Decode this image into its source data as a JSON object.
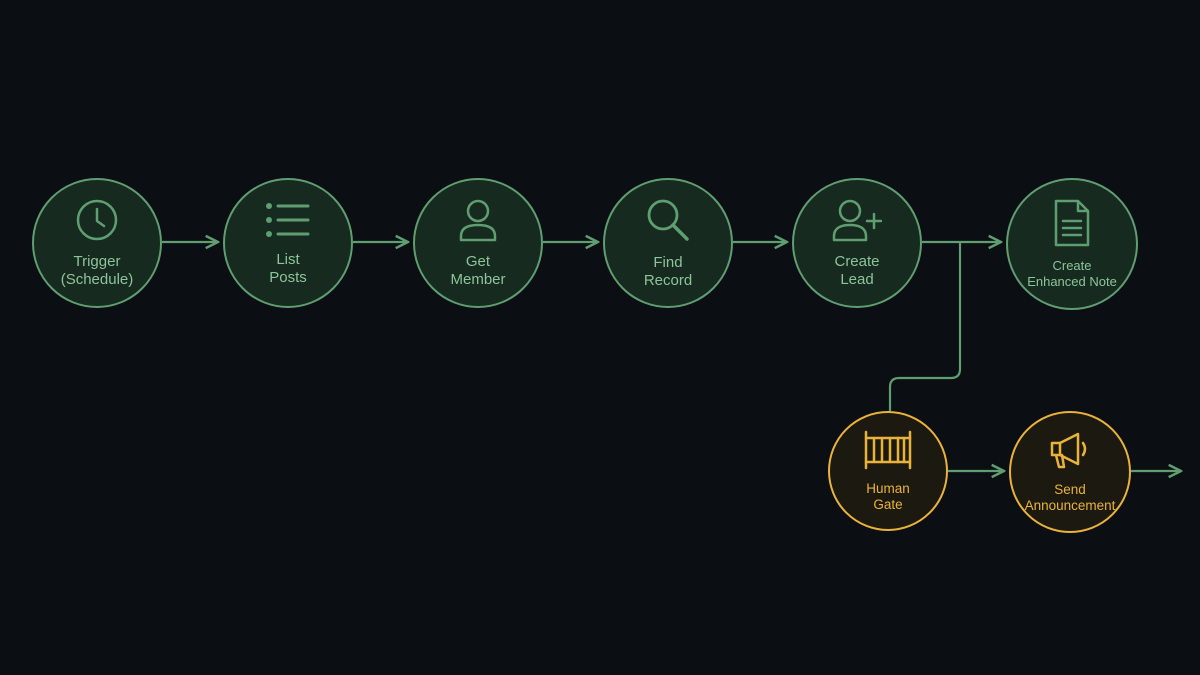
{
  "nodes": [
    {
      "id": "trigger",
      "icon": "clock-icon",
      "line1": "Trigger",
      "line2": "(Schedule)",
      "status": "green"
    },
    {
      "id": "list-posts",
      "icon": "list-icon",
      "line1": "List",
      "line2": "Posts",
      "status": "green"
    },
    {
      "id": "get-member",
      "icon": "user-icon",
      "line1": "Get",
      "line2": "Member",
      "status": "green"
    },
    {
      "id": "find-record",
      "icon": "search-icon",
      "line1": "Find",
      "line2": "Record",
      "status": "green"
    },
    {
      "id": "create-lead",
      "icon": "user-plus-icon",
      "line1": "Create",
      "line2": "Lead",
      "status": "green"
    },
    {
      "id": "create-enhanced-note",
      "icon": "document-icon",
      "line1": "Create",
      "line2": "Enhanced Note",
      "status": "green"
    },
    {
      "id": "human-gate",
      "icon": "gate-icon",
      "line1": "Human",
      "line2": "Gate",
      "status": "amber"
    },
    {
      "id": "send-announcement",
      "icon": "megaphone-icon",
      "line1": "Send",
      "line2": "Announcement",
      "status": "amber"
    }
  ],
  "edges": [
    {
      "from": "trigger",
      "to": "list-posts"
    },
    {
      "from": "list-posts",
      "to": "get-member"
    },
    {
      "from": "get-member",
      "to": "find-record"
    },
    {
      "from": "find-record",
      "to": "create-lead"
    },
    {
      "from": "create-lead",
      "to": "create-enhanced-note"
    },
    {
      "from": "create-lead",
      "to": "human-gate"
    },
    {
      "from": "human-gate",
      "to": "send-announcement"
    },
    {
      "from": "send-announcement",
      "to": ""
    }
  ],
  "colors": {
    "background": "#0b0e13",
    "green_stroke": "#5f9e70",
    "green_fill": "#172a1f",
    "green_text": "#8cc49a",
    "amber_stroke": "#e9b23a",
    "amber_fill": "#1c1a10"
  }
}
